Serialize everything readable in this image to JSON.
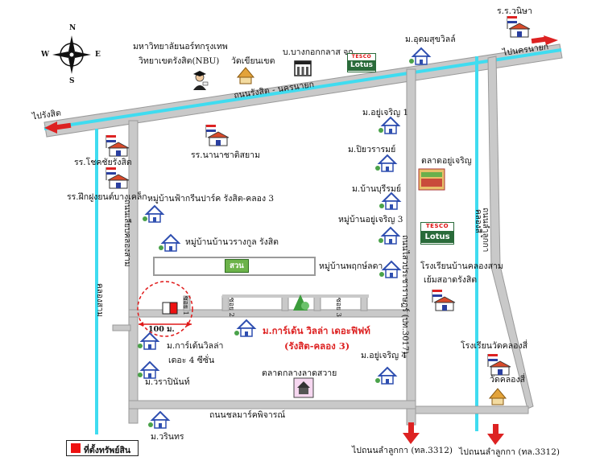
{
  "compass": {
    "n": "N",
    "s": "S",
    "e": "E",
    "w": "W"
  },
  "roads": {
    "main": "ถนนรังสิต - นครนายก",
    "east": "ไปนครนายก",
    "west": "ไปรังสิต",
    "left_vertical": "ถนนเลียบคลองสาม",
    "right_vertical": "ถนนลำลูกกา",
    "center_vertical": "ถนนไสวประชาราษฎร์ (ปท.3017)",
    "far_left": "คลองสาม",
    "far_right": "คลองสี่",
    "bottom": "ถนนชลมาร์คพิจารณ์",
    "soi1": "ซอย 1",
    "soi2": "ซอย 2",
    "soi3": "ซอย 3",
    "to_lamlukka_1": "ไปถนนลำลูกกา (ทล.3312)",
    "to_lamlukka_2": "ไปถนนลำลูกกา (ทล.3312)"
  },
  "places": {
    "nbu_line1": "มหาวิทยาลัยนอร์ทกรุงเทพ",
    "nbu_line2": "วิทยาเขตรังสิต(NBU)",
    "wat_chian": "วัดเขียนเขต",
    "bangkok_glass": "บ.บางกอกกลาส จก.",
    "udomsuk": "ม.อุดมสุขวิลล์",
    "ror_vanitha": "ร.ร.วนิษา",
    "rr_chotechai": "รร.โชคชัยรังสิต",
    "rr_fuk": "รร.ฝึกฝูงยนต์บางเคล็ก",
    "rr_nana": "รร.นานาชาติสยาม",
    "green_park": "หมู่บ้านฟ้ากรีนปาร์ค รังสิต-คลอง 3",
    "warangkul": "หมู่บ้านบ้านวรางกูล รังสิต",
    "ayu1": "ม.อยู่เจริญ 1",
    "piyaram": "ม.ปิยวรารมย์",
    "banburirom": "ม.บ้านบุรีรมย์",
    "ayu3": "หมู่บ้านอยู่เจริญ 3",
    "market_ayu": "ตลาดอยู่เจริญ",
    "tesco_top": "TESCO",
    "lotus_top": "Lotus",
    "tesco_mid": "TESCO",
    "lotus_mid": "Lotus",
    "pruksa": "หมู่บ้านพฤกษ์ลดา",
    "park": "สวน",
    "school_line1": "โรงเรียนบ้านคลองสาม",
    "school_line2": "เย้มสอาดรังสิต",
    "garden_line1": "ม.การ์เด้น วิลล่า เดอะฟิฟท์",
    "garden_line2": "(รังสิต-คลอง 3)",
    "ayu4": "ม.อยู่เจริญ 4",
    "school4_line": "โรงเรียนวัดคลองสี่",
    "wat_klong4": "วัดคลองสี่",
    "market_lat": "ตลาดกลางลาดสวาย",
    "garden4_line1": "ม.การ์เด้นวิลล่า",
    "garden4_line2": "เดอะ 4 ซีซั่น",
    "varapinan": "ม.วราปินันท์",
    "varinthon": "ม.วรินทร",
    "distance": "100 ม.",
    "legend": "ที่ตั้งทรัพย์สิน"
  },
  "colors": {
    "road": "#c9c9c9",
    "canal": "#3fdcf0",
    "arrow": "#dd2222",
    "property": "#ee1111",
    "circle": "#e01818",
    "house_roof": "#2f4fb0"
  }
}
